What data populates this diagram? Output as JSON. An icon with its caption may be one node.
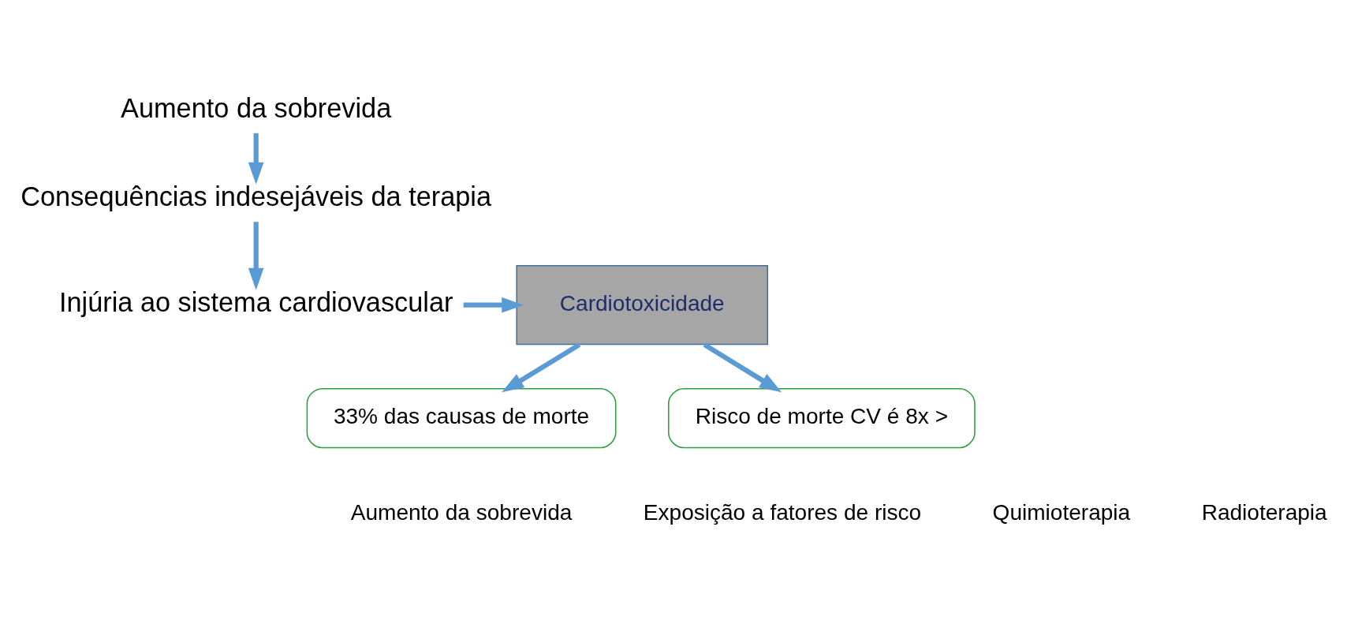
{
  "diagram": {
    "nodes": [
      {
        "text": [
          "Aumento da sobrevida"
        ]
      },
      {
        "text": [
          "Consequências indesejáveis da terapia"
        ]
      },
      {
        "text": [
          "Injúria ao sistema cardiovascular"
        ]
      },
      {
        "text": [
          "Cardiotoxicidade"
        ]
      },
      {
        "text": [
          "33% das causas de morte"
        ]
      },
      {
        "text": [
          "Risco de morte CV é 8x >"
        ]
      }
    ],
    "edges": [
      {
        "from": 0,
        "to": 1,
        "arrow": "to"
      },
      {
        "from": 1,
        "to": 2,
        "arrow": "to"
      },
      {
        "from": 2,
        "to": 3,
        "arrow": "to"
      },
      {
        "from": 3,
        "to": 4,
        "arrow": "to"
      },
      {
        "from": 3,
        "to": 5,
        "arrow": "to"
      }
    ],
    "labels": [
      "Aumento da sobrevida",
      "Exposição a fatores de risco",
      "Quimioterapia",
      "Radioterapia"
    ]
  }
}
